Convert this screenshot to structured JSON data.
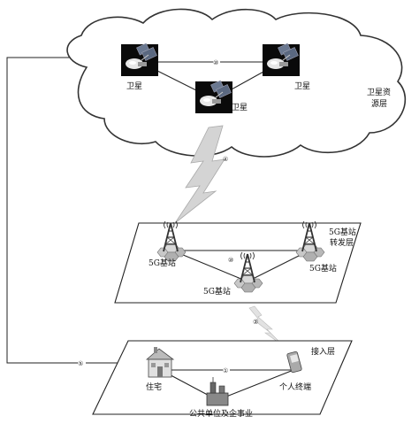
{
  "satellite_layer": {
    "layer_label_line1": "卫星资",
    "layer_label_line2": "源层",
    "satellites": [
      {
        "label": "卫星"
      },
      {
        "label": "卫星"
      },
      {
        "label": "卫星"
      }
    ],
    "link_marker": "⑩"
  },
  "uplink_marker": "④",
  "relay_layer": {
    "layer_label_line1": "5G基站",
    "layer_label_line2": "转发层",
    "stations": [
      {
        "label": "5G基站"
      },
      {
        "label": "5G基站"
      },
      {
        "label": "5G基站"
      }
    ],
    "link_marker": "⑩"
  },
  "downlink_marker": "②",
  "access_layer": {
    "layer_label": "接入层",
    "nodes": [
      {
        "label": "住宅"
      },
      {
        "label": "个人终端"
      },
      {
        "label": "公共单位及企事业"
      }
    ],
    "link_marker": "①"
  },
  "feeder_marker": "⑤",
  "colors": {
    "line": "#222222",
    "cloud_stroke": "#333333",
    "lightning": "#d0d0d0",
    "tower": "#333333",
    "hex_fill": "#c8c8c8"
  }
}
